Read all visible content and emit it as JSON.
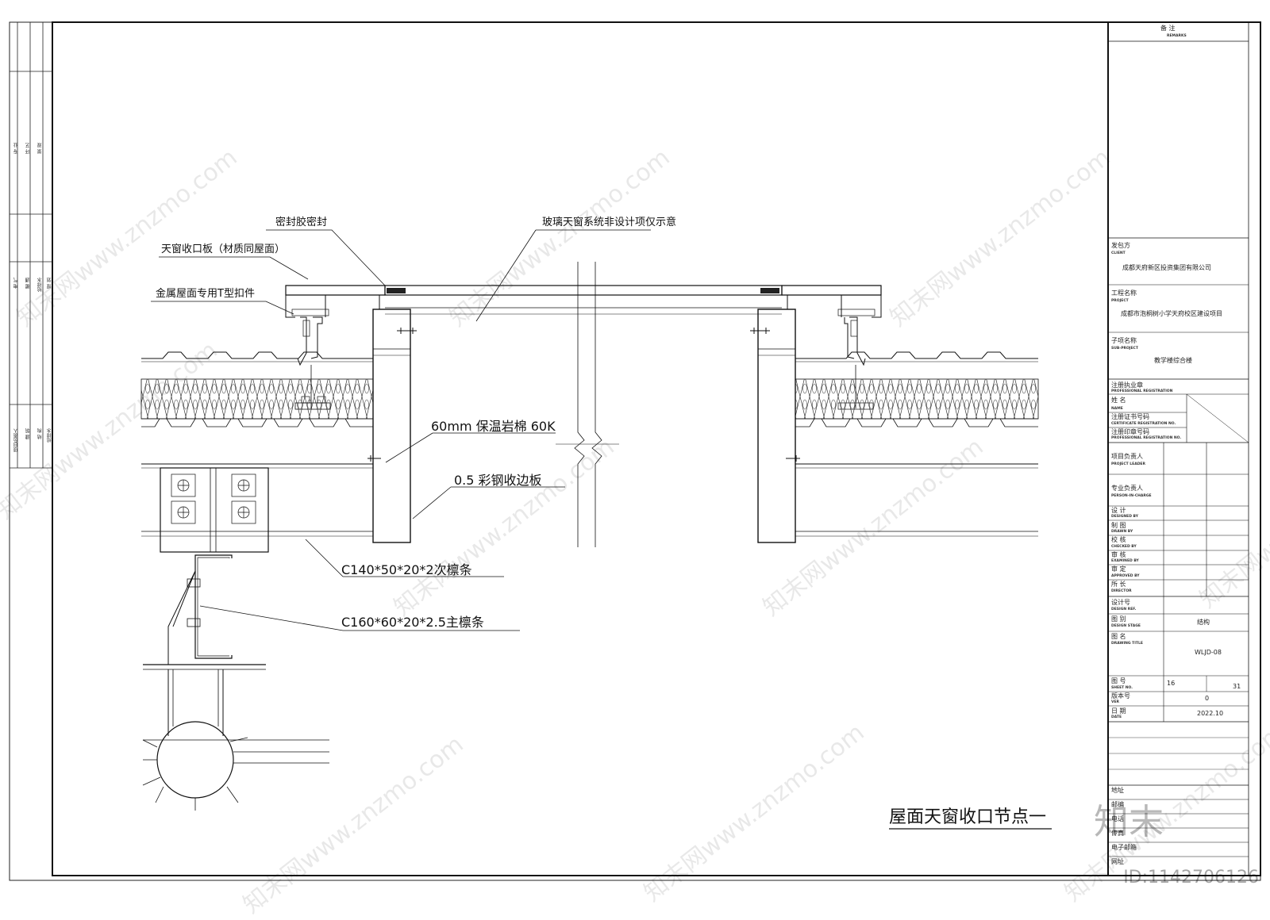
{
  "drawing": {
    "labels": {
      "sealant": "密封胶密封",
      "glass_skylight": "玻璃天窗系统非设计项仅示意",
      "closing_plate": "天窗收口板（材质同屋面）",
      "t_clip": "金属屋面专用T型扣件",
      "insulation": "60mm 保温岩棉 60K",
      "edge_plate": "0.5 彩钢收边板",
      "secondary_purlin": "C140*50*20*2次檩条",
      "main_purlin": "C160*60*20*2.5主檩条"
    },
    "title": "屋面天窗收口节点一"
  },
  "title_block": {
    "remarks": "备  注",
    "remarks_en": "REMARKS",
    "client_label": "发包方",
    "client_en": "CLIENT",
    "client_value": "成都天府新区投资集团有限公司",
    "project_label": "工程名称",
    "project_en": "PROJECT",
    "project_value": "成都市泡桐树小学天府校区建设项目",
    "subproject_label": "子项名称",
    "subproject_en": "SUB-PROJECT",
    "subproject_value": "教学楼综合楼",
    "reg_label": "注册执业章",
    "reg_en": "PROFESSIONAL REGISTRATION",
    "name_label": "姓  名",
    "name_en": "NAME",
    "cert_label": "注册证书号码",
    "cert_en": "CERTIFICATE REGISTRATION NO.",
    "seal_label": "注册印章号码",
    "seal_en": "PROFESSIONAL REGISTRATION NO.",
    "project_leader": "项目负责人",
    "project_leader_en": "PROJECT LEADER",
    "person_in_charge": "专业负责人",
    "person_in_charge_en": "PERSON-IN-CHARGE",
    "designed": "设  计",
    "designed_en": "DESIGNED BY",
    "drawn": "制  图",
    "drawn_en": "DRAWN BY",
    "checked": "校  核",
    "checked_en": "CHECKED BY",
    "examined": "审  核",
    "examined_en": "EXAMINED BY",
    "approved": "审  定",
    "approved_en": "APPROVED BY",
    "director": "所  长",
    "director_en": "DIRECTOR",
    "design_ref": "设计号",
    "design_ref_en": "DESIGN REF.",
    "stage": "图  别",
    "stage_en": "DESIGN STAGE",
    "stage_value": "结构",
    "drawing_title": "图  名",
    "drawing_title_en": "DRAWING TITLE",
    "drawing_title_value": "WLJD-08",
    "sheet_no": "图  号",
    "sheet_no_en": "SHEET NO.",
    "sheet_no_value": "16",
    "sheet_total": "31",
    "version": "版本号",
    "version_en": "VER",
    "version_value": "0",
    "date": "日  期",
    "date_en": "DATE",
    "date_value": "2022.10",
    "address": "地址",
    "post": "邮编",
    "tel": "电话",
    "fax": "传真",
    "email": "电子邮箱",
    "http": "网址"
  },
  "left_strip": {
    "block1": [
      "专 业",
      "环 艺",
      "景 观"
    ],
    "block2": [
      "电 气",
      "暖 通",
      "给排水",
      "规 划"
    ],
    "block3": [
      "项目负责人",
      "建 筑",
      "结 构",
      "给排水"
    ]
  },
  "watermark": {
    "text": "知末网www.znzmo.com",
    "logo": "知末",
    "id": "ID:1142706126"
  }
}
